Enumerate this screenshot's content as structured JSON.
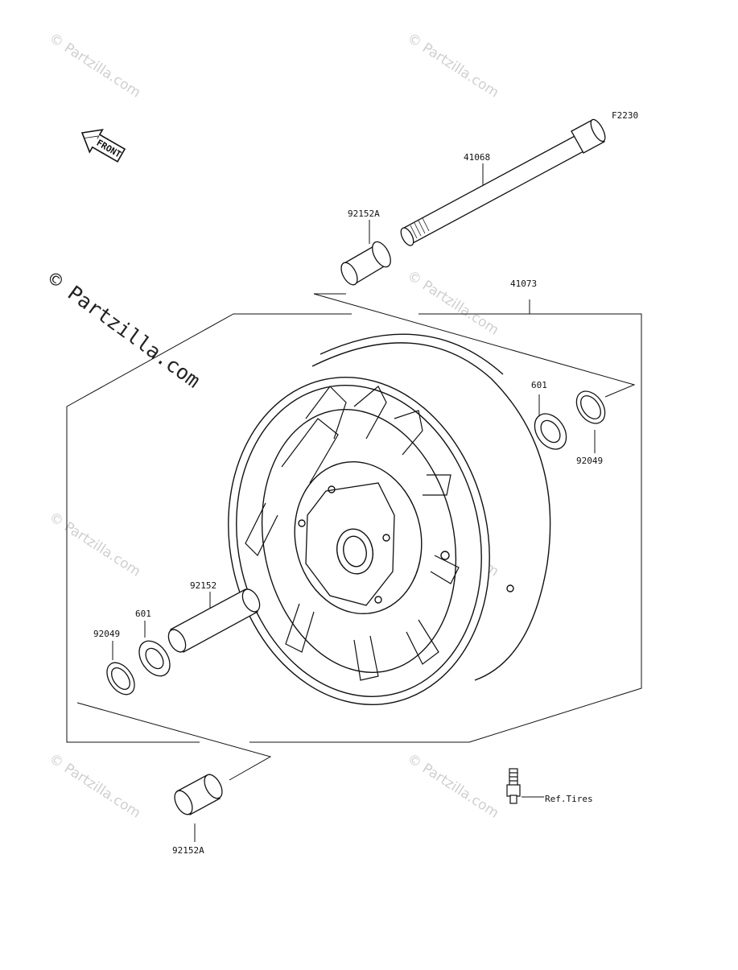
{
  "diagram_code": "F2230",
  "front_arrow_label": "FRONT",
  "parts": {
    "axle": "41068",
    "collar_top": "92152A",
    "wheel_assembly": "41073",
    "bearing_right": "601",
    "seal_right": "92049",
    "hub_spacer": "92152",
    "bearing_left": "601",
    "seal_left": "92049",
    "collar_bottom": "92152A",
    "valve": "Ref.Tires"
  },
  "watermark": {
    "text": "© Partzilla.com",
    "large_text": "© Partzilla.com"
  }
}
